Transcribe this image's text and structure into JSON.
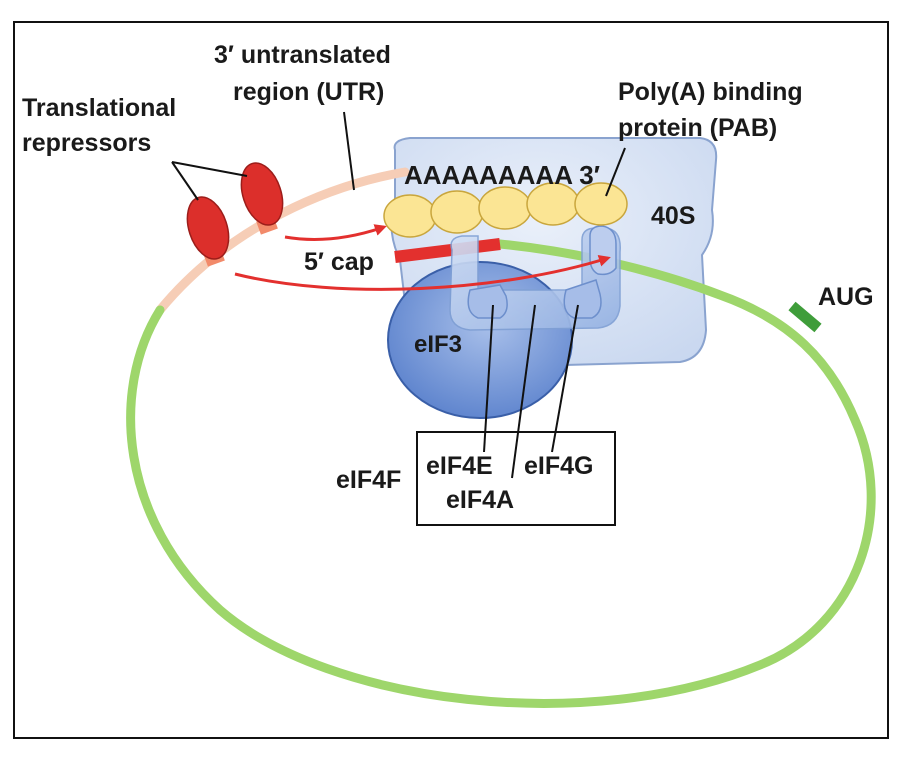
{
  "labels": {
    "repressors_line1": "Translational",
    "repressors_line2": "repressors",
    "utr_line1": "3′ untranslated",
    "utr_line2": "region (UTR)",
    "pab_line1": "Poly(A) binding",
    "pab_line2": "protein (PAB)",
    "poly_a_tail": "AAAAAAAAA 3′",
    "ribosome_40s": "40S",
    "five_prime_cap": "5′ cap",
    "aug": "AUG",
    "eif3": "eIF3",
    "eif4f": "eIF4F",
    "eif4e": "eIF4E",
    "eif4g": "eIF4G",
    "eif4a": "eIF4A"
  },
  "colors": {
    "mrna_coding": "#9ed66b",
    "mrna_utr": "#f6cdb6",
    "aug_codon": "#3f9d3a",
    "cap": "#e3302e",
    "repressor": "#dc2f2b",
    "pab": "#fbe594",
    "ribosome_40s": "#d9e4f5",
    "eif3": "#6f95d6",
    "eif4": "#b4c9ec"
  }
}
